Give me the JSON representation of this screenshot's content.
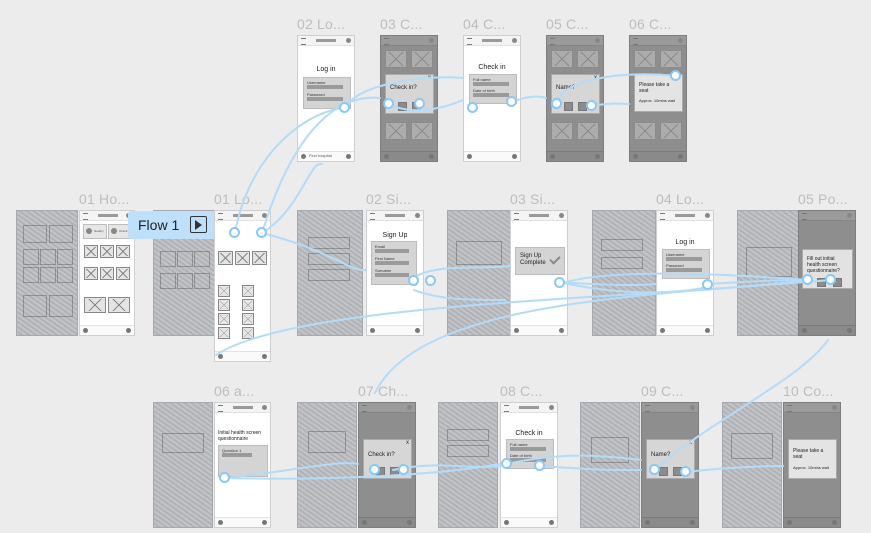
{
  "flow": {
    "label": "Flow 1",
    "play_icon": "prototype-play-icon"
  },
  "frames": {
    "row1": [
      "02 Lo...",
      "03 C...",
      "04 C...",
      "05 C...",
      "06 C..."
    ],
    "row2": [
      "01 Ho...",
      "01 Lo...",
      "02 Si...",
      "03 Si...",
      "04 Lo...",
      "05 Po..."
    ],
    "row3": [
      "06 a...",
      "07 Ch...",
      "08 C...",
      "09 C...",
      "10 Co..."
    ]
  },
  "screens": {
    "login": {
      "title": "Log in",
      "username": "Username",
      "password": "Password",
      "footer": "Find hospital"
    },
    "check_in_dialog": {
      "text": "Check in?",
      "close": "x"
    },
    "check_in_page": {
      "title": "Check in",
      "full_name": "Full name",
      "date_of_birth": "Date of birth"
    },
    "name_dialog": {
      "text": "Name?",
      "close": "x"
    },
    "seat_dialog": {
      "text": "Please take a seat",
      "wait": "Approx. 10mins wait",
      "close": "x"
    },
    "signup": {
      "title": "Sign Up",
      "field1": "Email",
      "field2": "First Name",
      "field3": "Surname"
    },
    "signup_complete": {
      "line1": "Sign Up",
      "line2": "Complete"
    },
    "post_signup": {
      "text": "Fill out initial health screen questionnaire?"
    },
    "questionnaire": {
      "title": "Initial health screen questionnaire",
      "question": "Question 1"
    },
    "seat_dialog_b": {
      "text": "Please take a seat",
      "wait": "Approx. 10mins wait"
    },
    "home_cards": [
      "Nearby",
      "Check in"
    ]
  },
  "colors": {
    "background": "#ececec",
    "wire": "#b4dbf8",
    "flow_badge": "#bfe0fb",
    "frame_title": "#bdbdbd"
  }
}
